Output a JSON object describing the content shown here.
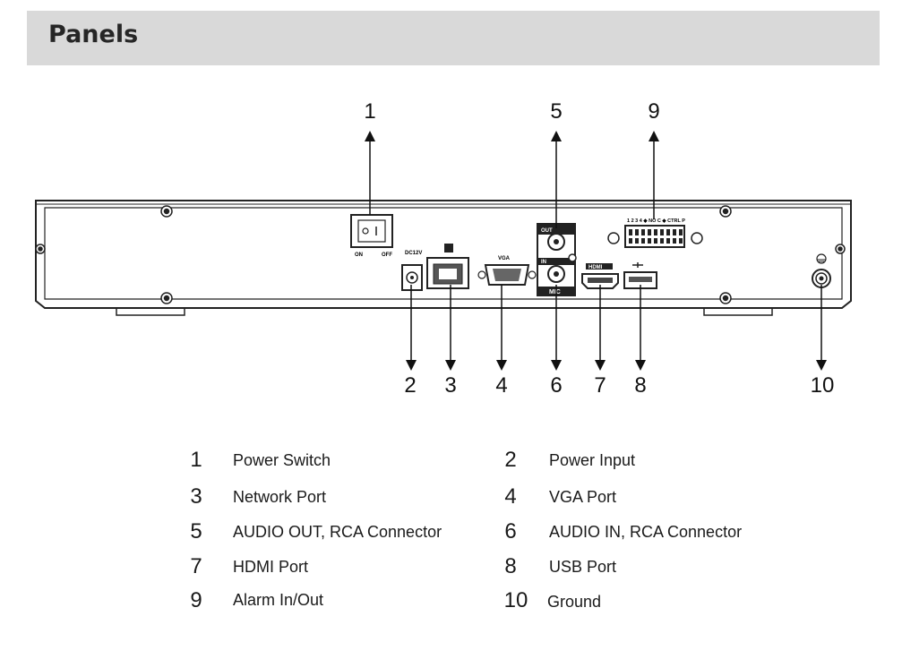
{
  "header": {
    "title": "Panels"
  },
  "panel_labels": {
    "on": "ON",
    "off": "OFF",
    "dc": "DC12V",
    "vga": "VGA",
    "out": "OUT",
    "in": "IN",
    "mic": "MIC",
    "hdmi": "HDMI",
    "alarm_pins": "1 2 3 4 ◆ NO C ◆ CTRL P"
  },
  "callouts": [
    "1",
    "2",
    "3",
    "4",
    "5",
    "6",
    "7",
    "8",
    "9",
    "10"
  ],
  "legend": [
    {
      "num": "1",
      "label": "Power Switch"
    },
    {
      "num": "2",
      "label": "Power Input"
    },
    {
      "num": "3",
      "label": "Network Port"
    },
    {
      "num": "4",
      "label": "VGA Port"
    },
    {
      "num": "5",
      "label": "AUDIO OUT, RCA Connector"
    },
    {
      "num": "6",
      "label": "AUDIO IN, RCA Connector"
    },
    {
      "num": "7",
      "label": "HDMI Port"
    },
    {
      "num": "8",
      "label": "USB Port"
    },
    {
      "num": "9",
      "label": "Alarm In/Out"
    },
    {
      "num": "10",
      "label": "Ground"
    }
  ]
}
